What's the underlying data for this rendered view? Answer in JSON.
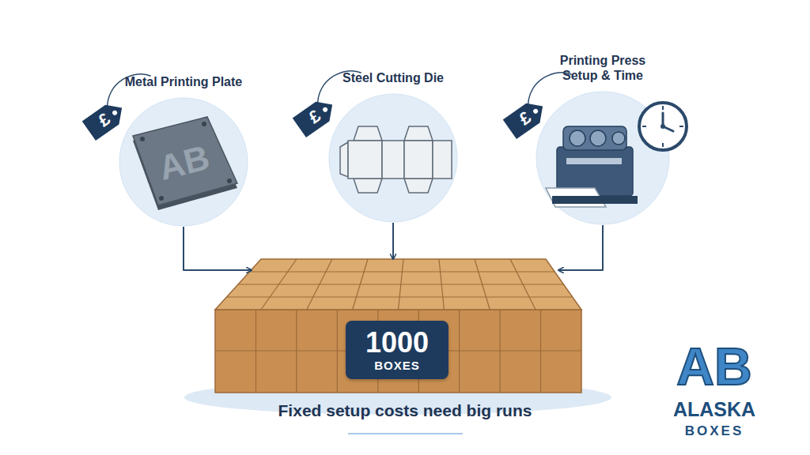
{
  "diagram": {
    "caption": "Fixed setup costs need big runs",
    "nodes": [
      {
        "text": [
          "Metal Printing Plate"
        ]
      },
      {
        "text": [
          "Steel Cutting Die"
        ]
      },
      {
        "text": [
          "Printing Press Setup & Time"
        ]
      },
      {
        "text": [
          "1000",
          "BOXES"
        ]
      }
    ],
    "edges": [
      {
        "from": 0,
        "to": 3,
        "arrow": "to"
      },
      {
        "from": 1,
        "to": 3,
        "arrow": "to"
      },
      {
        "from": 2,
        "to": 3,
        "arrow": "to"
      }
    ],
    "labels": [
      "£",
      "AB",
      "£",
      "£",
      "AB",
      "ALASKA",
      "BOXES"
    ]
  }
}
